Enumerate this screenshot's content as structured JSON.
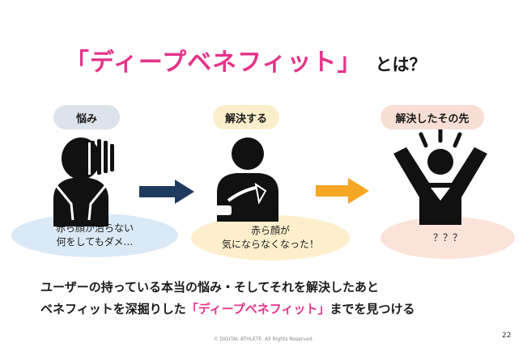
{
  "title": {
    "main": "「ディープベネフィット」",
    "sub": "とは？"
  },
  "steps": [
    {
      "label": "悩み",
      "caption_line1": "赤ら顔が治らない",
      "caption_line2": "何をしてもダメ…"
    },
    {
      "label": "解決する",
      "caption_line1": "赤ら顔が",
      "caption_line2": "気にならなくなった！"
    },
    {
      "label": "解決したその先",
      "caption_line1": "？？？",
      "caption_line2": ""
    }
  ],
  "body": {
    "line1": "ユーザーの持っている本当の悩み・そしてそれを解決したあと",
    "line2_pre": "ベネフィットを深掘りした",
    "line2_highlight": "「ディープベネフィット」",
    "line2_post": "までを見つける"
  },
  "footer": "© DIGITAL ATHLETE. All Rights Reserved.",
  "page_number": "22",
  "colors": {
    "accent_pink": "#e6338a",
    "arrow_navy": "#1f3a5f",
    "arrow_orange": "#f5a623",
    "pill_gray": "#dde3ea",
    "pill_yellow": "#fbeeca",
    "pill_pink": "#f8dfd5"
  },
  "icons": [
    "troubled-person-icon",
    "relieved-person-icon",
    "celebrating-person-icon",
    "right-arrow-icon"
  ]
}
